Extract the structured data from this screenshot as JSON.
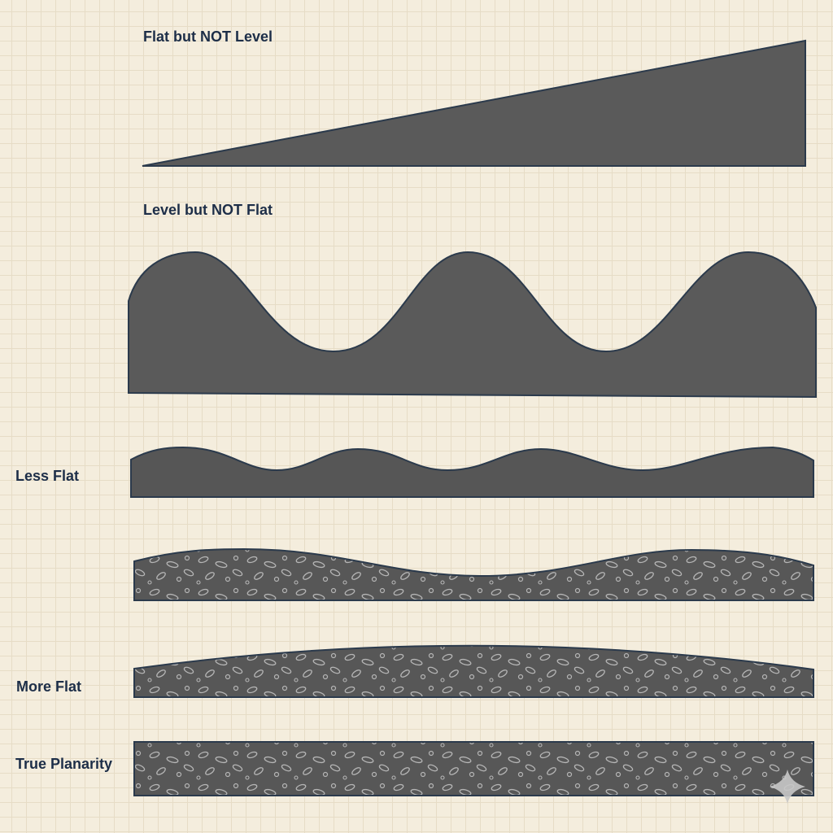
{
  "labels": {
    "flat_not_level": "Flat but NOT Level",
    "level_not_flat": "Level but NOT Flat",
    "less_flat": "Less Flat",
    "more_flat": "More Flat",
    "true_planarity": "True Planarity"
  },
  "colors": {
    "surface": "#585858",
    "outline": "#2b3a4c",
    "text": "#1d2e48",
    "pebble": "#b9b9b9"
  }
}
